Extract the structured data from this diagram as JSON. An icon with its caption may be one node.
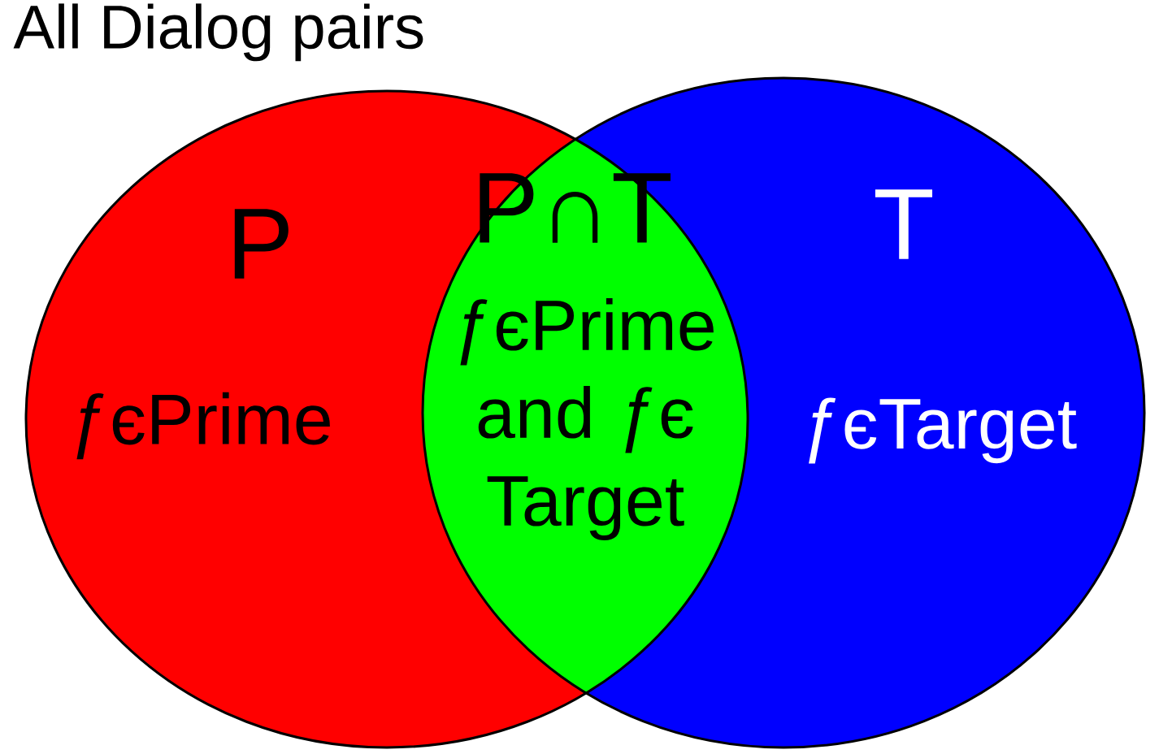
{
  "diagram": {
    "title": "All Dialog pairs",
    "nodes": [
      {
        "text": [
          "P",
          "ƒєPrime"
        ]
      },
      {
        "text": [
          "P∩T",
          "ƒєPrime and ƒє Target"
        ]
      },
      {
        "text": [
          "T",
          "ƒєTarget"
        ]
      }
    ]
  }
}
